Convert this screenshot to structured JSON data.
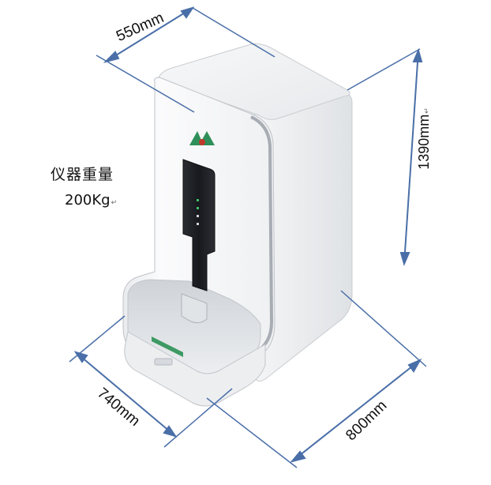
{
  "dimensions": {
    "width": "550mm",
    "height": "1390mm",
    "depth_left": "740mm",
    "depth_right": "800mm"
  },
  "weight": {
    "title": "仪器重量",
    "value": "200Kg"
  },
  "return_mark": "↵",
  "colors": {
    "dimension_line": "#4a6fa8",
    "logo_green": "#2f8f5a",
    "logo_red": "#c0392b",
    "body": "#f3f4f6",
    "panel": "#1b1d22"
  },
  "icons": [
    "logo-icon",
    "led-indicator-icon"
  ]
}
